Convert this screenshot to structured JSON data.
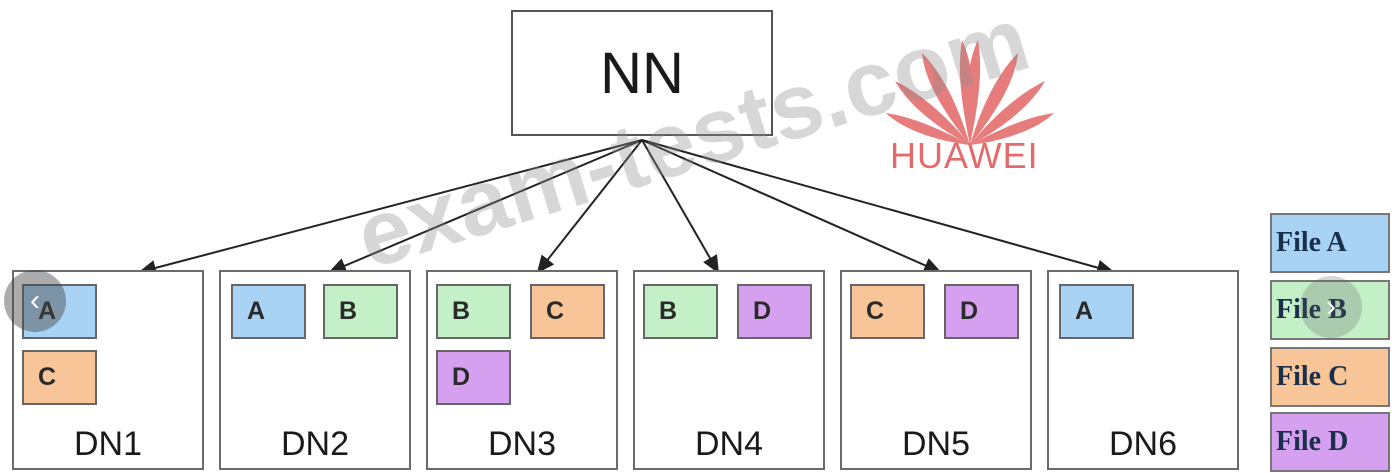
{
  "root": {
    "label": "NN"
  },
  "data_nodes": [
    {
      "label": "DN1",
      "blocks": [
        "A",
        "C"
      ]
    },
    {
      "label": "DN2",
      "blocks": [
        "A",
        "B"
      ]
    },
    {
      "label": "DN3",
      "blocks": [
        "B",
        "C",
        "D"
      ]
    },
    {
      "label": "DN4",
      "blocks": [
        "B",
        "D"
      ]
    },
    {
      "label": "DN5",
      "blocks": [
        "C",
        "D"
      ]
    },
    {
      "label": "DN6",
      "blocks": [
        "A"
      ]
    }
  ],
  "legend": [
    {
      "key": "A",
      "label": "File A",
      "color": "#a8d3f5"
    },
    {
      "key": "B",
      "label": "File B",
      "color": "#c4f0c8"
    },
    {
      "key": "C",
      "label": "File C",
      "color": "#f7c598"
    },
    {
      "key": "D",
      "label": "File D",
      "color": "#d5a0f0"
    }
  ],
  "logo": {
    "text": "HUAWEI",
    "color": "#e36b6b"
  },
  "watermark": {
    "text": "exam-tests.com"
  },
  "nav": {
    "prev_icon": "chevron-left-icon",
    "next_icon": "chevron-right-icon"
  }
}
